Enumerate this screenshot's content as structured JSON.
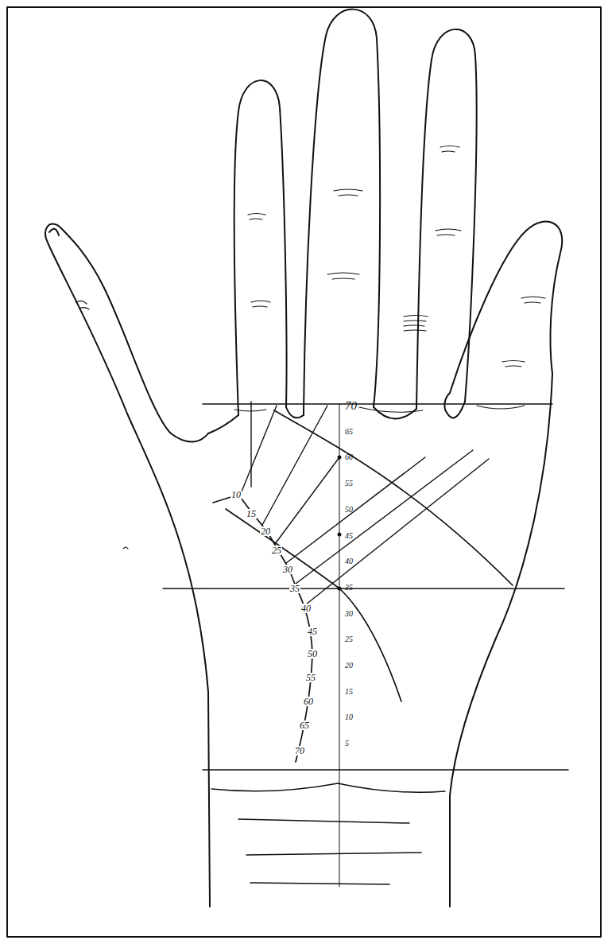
{
  "diagram": {
    "labels": [
      "70",
      "65",
      "60",
      "55",
      "50",
      "45",
      "40",
      "35",
      "30",
      "25",
      "20",
      "15",
      "10",
      "5",
      "10",
      "15",
      "20",
      "25",
      "30",
      "35",
      "40",
      "45",
      "50",
      "55",
      "60",
      "65",
      "70"
    ]
  }
}
